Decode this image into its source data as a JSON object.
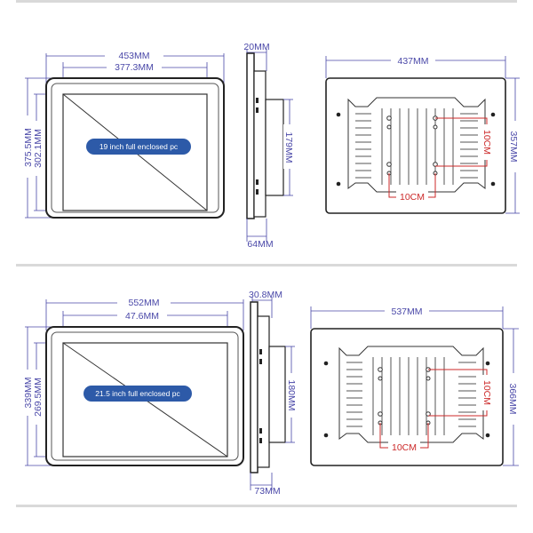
{
  "colors": {
    "dimension_line": "#4a48a8",
    "hole_spacing": "#cc2a2a",
    "divider": "#d9d9d9",
    "frame": "#222222",
    "label_fill": "#2d5aa8"
  },
  "panels": [
    {
      "product_label": "19 inch full enclosed pc",
      "front": {
        "width_outer": "453MM",
        "width_inner": "377.3MM",
        "height_outer": "375.5MM",
        "height_inner": "302.1MM"
      },
      "side": {
        "depth_top": "20MM",
        "depth_bottom": "64MM",
        "height": "179MM"
      },
      "back": {
        "width": "437MM",
        "height": "357MM",
        "hole_horizontal": "10CM",
        "hole_vertical": "10CM"
      }
    },
    {
      "product_label": "21.5 inch full enclosed pc",
      "front": {
        "width_outer": "552MM",
        "width_inner": "47.6MM",
        "height_outer": "339MM",
        "height_inner": "269.5MM"
      },
      "side": {
        "depth_top": "30.8MM",
        "depth_bottom": "73MM",
        "height": "180MM"
      },
      "back": {
        "width": "537MM",
        "height": "366MM",
        "hole_horizontal": "10CM",
        "hole_vertical": "10CM"
      }
    }
  ]
}
